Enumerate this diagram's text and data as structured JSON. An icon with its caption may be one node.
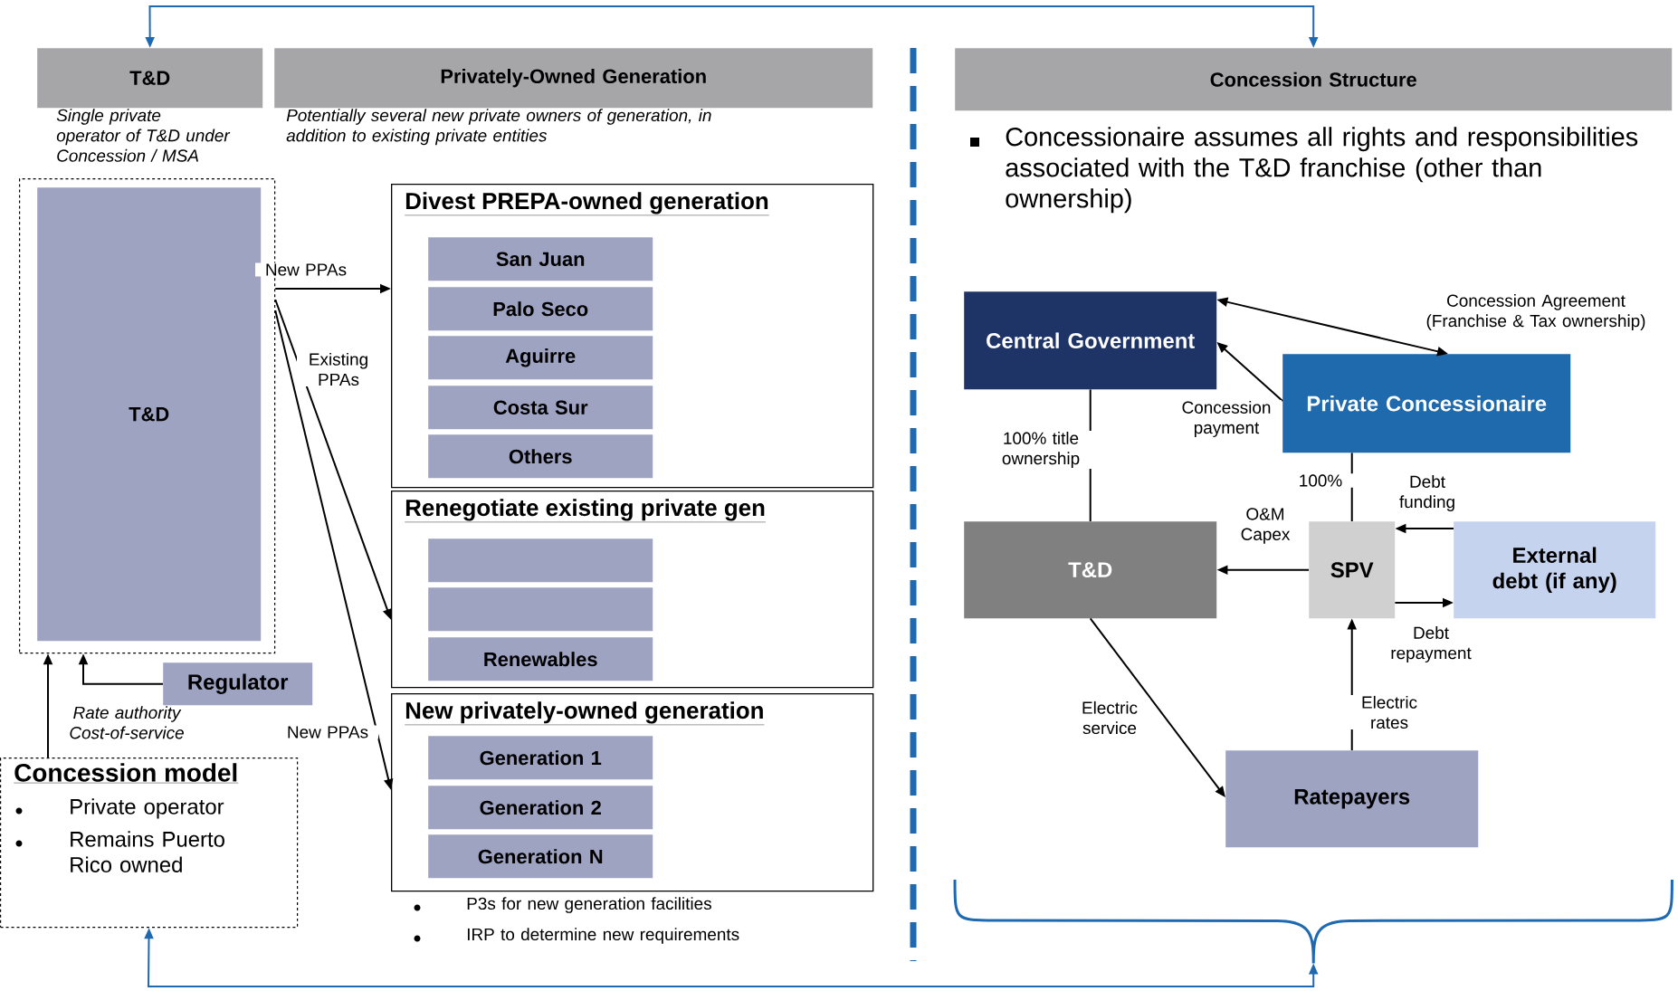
{
  "diagram": {
    "nodes": [
      {
        "text": [
          "T&D"
        ],
        "beside": [
          "Single private operator of T&D under Concession / MSA"
        ]
      },
      {
        "text": [
          "Privately-Owned Generation"
        ],
        "beside": [
          "Potentially several new private owners of generation, in addition to existing private entities"
        ]
      },
      {
        "text": [
          "Concession Structure"
        ]
      },
      {
        "text": [],
        "shape": "box"
      },
      {
        "text": [
          "T&D"
        ],
        "in": 3
      },
      {
        "text": [
          "Regulator"
        ]
      },
      {
        "text": [
          "Concession model",
          "Private operator",
          "Remains Puerto Rico owned"
        ]
      },
      {
        "text": [
          "Divest PREPA-owned generation"
        ]
      },
      {
        "text": [
          "San Juan"
        ],
        "in": 7
      },
      {
        "text": [
          "Palo Seco"
        ],
        "in": 7
      },
      {
        "text": [
          "Aguirre"
        ],
        "in": 7
      },
      {
        "text": [
          "Costa Sur"
        ],
        "in": 7
      },
      {
        "text": [
          "Others"
        ],
        "in": 7
      },
      {
        "text": [
          "Renegotiate existing private gen"
        ]
      },
      {
        "text": [],
        "shape": "box",
        "in": 13
      },
      {
        "text": [],
        "shape": "box",
        "in": 13
      },
      {
        "text": [
          "Renewables"
        ],
        "in": 13
      },
      {
        "text": [
          "New privately-owned generation"
        ]
      },
      {
        "text": [
          "Generation 1"
        ],
        "in": 17
      },
      {
        "text": [
          "Generation 2"
        ],
        "in": 17
      },
      {
        "text": [
          "Generation N"
        ],
        "in": 17
      },
      {
        "text": [
          "Central Government"
        ]
      },
      {
        "text": [
          "Private Concessionaire"
        ]
      },
      {
        "text": [
          "T&D"
        ]
      },
      {
        "text": [
          "SPV"
        ]
      },
      {
        "text": [
          "External debt (if any)"
        ]
      },
      {
        "text": [
          "Ratepayers"
        ]
      },
      {
        "text": [],
        "shape": "brace"
      }
    ],
    "edges": [
      {
        "from": 2,
        "to": 0,
        "arrow": "both",
        "color": "#1f69b0"
      },
      {
        "from": 27,
        "to": 6,
        "arrow": "both",
        "color": "#1f69b0"
      },
      {
        "from": 3,
        "to": 7,
        "arrow": "to",
        "label": "New PPAs"
      },
      {
        "from": 3,
        "to": 13,
        "arrow": "to",
        "label": "Existing PPAs"
      },
      {
        "from": 3,
        "to": 17,
        "arrow": "to",
        "label": "New PPAs"
      },
      {
        "from": 5,
        "to": 3,
        "arrow": "to"
      },
      {
        "from": 6,
        "to": 3,
        "arrow": "to"
      },
      {
        "from": 21,
        "to": 22,
        "arrow": "both",
        "label": "Concession Agreement (Franchise & Tax ownership)"
      },
      {
        "from": 22,
        "to": 21,
        "arrow": "to",
        "label": "Concession payment"
      },
      {
        "from": 21,
        "to": 23,
        "arrow": "none",
        "label": "100% title ownership"
      },
      {
        "from": 22,
        "to": 24,
        "arrow": "none",
        "label": "100%"
      },
      {
        "from": 24,
        "to": 23,
        "arrow": "to",
        "label": "O&M Capex"
      },
      {
        "from": 25,
        "to": 24,
        "arrow": "to",
        "label": "Debt funding"
      },
      {
        "from": 24,
        "to": 25,
        "arrow": "to",
        "label": "Debt repayment"
      },
      {
        "from": 23,
        "to": 26,
        "arrow": "to",
        "label": "Electric service"
      },
      {
        "from": 26,
        "to": 24,
        "arrow": "to",
        "label": "Electric rates"
      }
    ],
    "labels": [
      "Rate authority Cost-of-service",
      "P3s for new generation facilities",
      "IRP to determine new requirements",
      "Concessionaire assumes all rights and responsibilities associated with the T&D franchise (other than ownership)"
    ]
  }
}
